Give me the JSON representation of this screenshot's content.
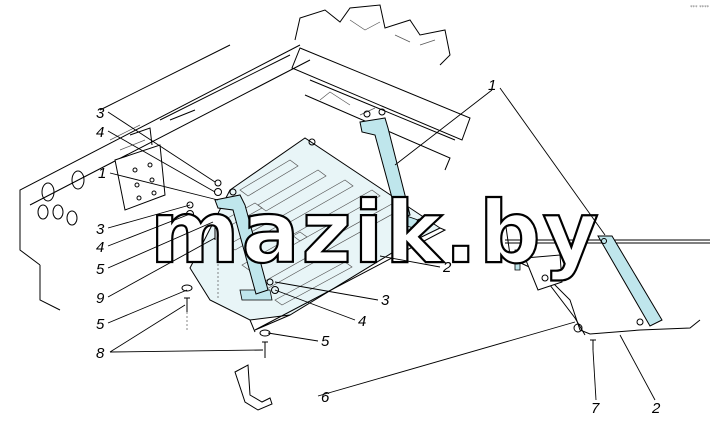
{
  "corner_mark": "*** ****",
  "watermark": "mazik.by",
  "colors": {
    "part_fill": "#bfe6ec",
    "line": "#000000",
    "background": "#ffffff"
  },
  "callouts": {
    "c3_top": "3",
    "c4_top": "4",
    "c1_left": "1",
    "c3_left": "3",
    "c4_left": "4",
    "c5_left": "5",
    "c9": "9",
    "c5_mid": "5",
    "c8": "8",
    "c5_bottom": "5",
    "c6": "6",
    "c1_top_right": "1",
    "c2_plate": "2",
    "c3_right": "3",
    "c4_right": "4",
    "c7": "7",
    "c2_side": "2"
  }
}
